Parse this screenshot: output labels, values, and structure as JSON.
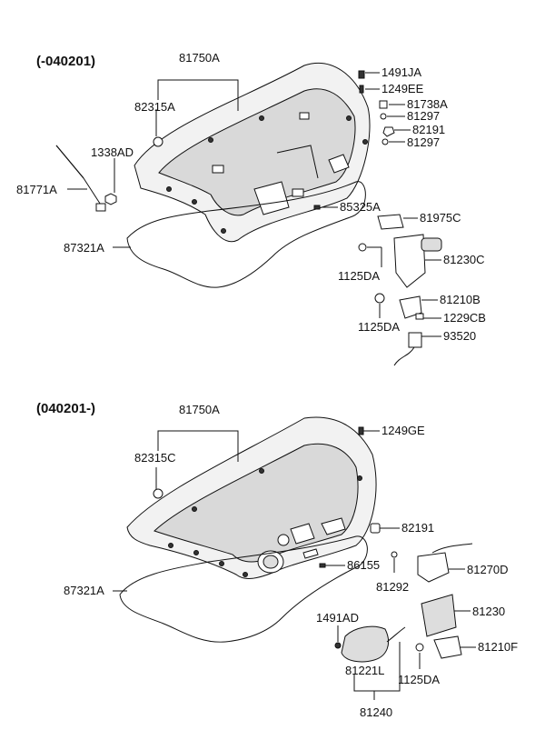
{
  "sections": [
    {
      "header": "(-040201)",
      "labels": {
        "p81750A": "81750A",
        "p82315A": "82315A",
        "p1338AD": "1338AD",
        "p81771A": "81771A",
        "p87321A": "87321A",
        "p1491JA": "1491JA",
        "p1249EE": "1249EE",
        "p81738A": "81738A",
        "p81297a": "81297",
        "p82191": "82191",
        "p81297b": "81297",
        "p85325A": "85325A",
        "p81975C": "81975C",
        "p1125DAa": "1125DA",
        "p81230C": "81230C",
        "p81210B": "81210B",
        "p1125DAb": "1125DA",
        "p1229CB": "1229CB",
        "p93520": "93520"
      }
    },
    {
      "header": "(040201-)",
      "labels": {
        "p81750A": "81750A",
        "p82315C": "82315C",
        "p1249GE": "1249GE",
        "p87321A": "87321A",
        "p82191": "82191",
        "p86155": "86155",
        "p81292": "81292",
        "p81270D": "81270D",
        "p81230": "81230",
        "p1491AD": "1491AD",
        "p81210F": "81210F",
        "p81221L": "81221L",
        "p1125DA": "1125DA",
        "p81240": "81240"
      }
    }
  ]
}
